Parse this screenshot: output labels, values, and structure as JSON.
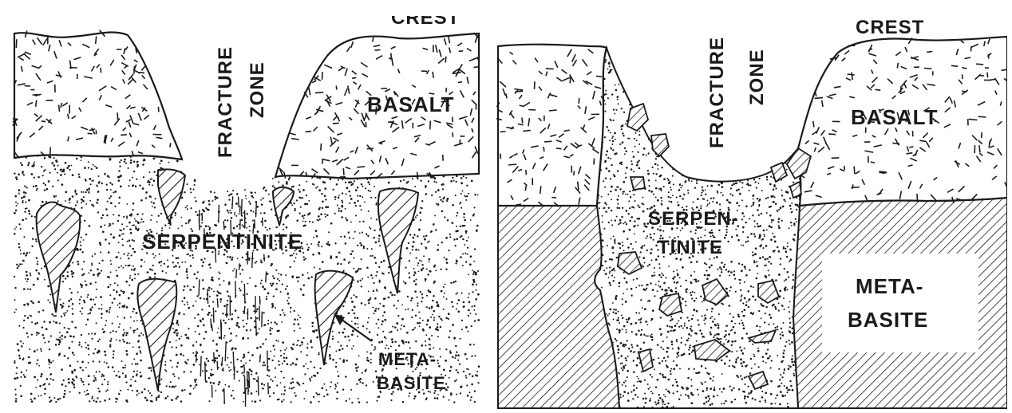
{
  "panels": [
    {
      "id": "left",
      "labels": {
        "crest": "CREST",
        "fracture": "FRACTURE",
        "zone": "ZONE",
        "basalt": "BASALT",
        "serpentinite": "SERPENTINITE",
        "metabasite_line1": "META-",
        "metabasite_line2": "BASITE"
      }
    },
    {
      "id": "right",
      "labels": {
        "crest": "CREST",
        "fracture": "FRACTURE",
        "zone": "ZONE",
        "basalt": "BASALT",
        "serpentinite_line1": "SERPEN-",
        "serpentinite_line2": "TINITE",
        "metabasite_line1": "META-",
        "metabasite_line2": "BASITE"
      }
    }
  ],
  "colors": {
    "ink": "#1a1a1a",
    "paper": "#ffffff"
  }
}
